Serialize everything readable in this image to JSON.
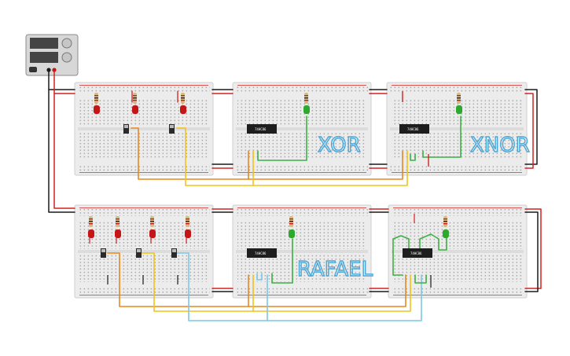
{
  "labels": {
    "board_top_2": "XOR",
    "board_top_3": "XNOR",
    "board_bot_2": "RAFAEL"
  },
  "chips": {
    "label": "74HC86"
  },
  "colors": {
    "power_red": "#d42020",
    "ground_black": "#1a1a1a",
    "wire_orange": "#e8881f",
    "wire_yellow": "#f0c419",
    "wire_blue": "#7cc8e6",
    "wire_green": "#3cb043",
    "led_red": "#c41616",
    "led_green": "#2fa82f",
    "text_blue": "#4aa8d8"
  },
  "icons": {
    "power_supply": "power-supply-icon",
    "breadboard": "breadboard-icon",
    "chip": "ic-chip-icon",
    "led": "led-icon",
    "resistor": "resistor-icon",
    "switch": "slide-switch-icon"
  }
}
